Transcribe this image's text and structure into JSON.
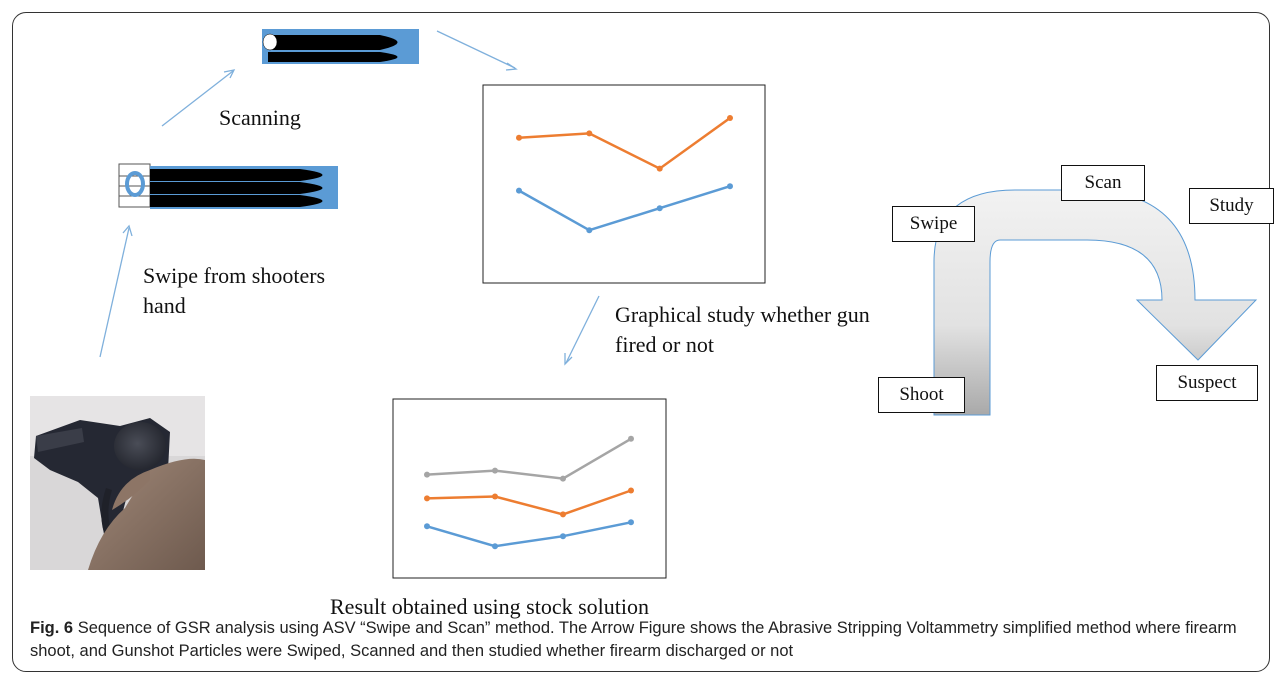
{
  "labels": {
    "scanning": "Scanning",
    "swipe_from_hand": "Swipe from shooters hand",
    "graphical_study": "Graphical study whether gun fired or not",
    "result": "Result obtained using stock solution"
  },
  "arrow_figure": {
    "steps": [
      "Shoot",
      "Swipe",
      "Scan",
      "Study",
      "Suspect"
    ]
  },
  "caption": {
    "fig_label": "Fig. 6",
    "text": "Sequence of GSR analysis using ASV “Swipe and Scan” method. The Arrow Figure shows the Abrasive Stripping Voltammetry simplified method where firearm shoot, and Gunshot Particles were Swiped, Scanned and then studied whether firearm discharged or not"
  },
  "colors": {
    "blue": "#5b9bd5",
    "orange": "#ed7d31",
    "gray": "#a5a5a5",
    "pointer": "#7fb0dc"
  },
  "chart_data": [
    {
      "type": "line",
      "x": [
        1,
        2,
        3,
        4
      ],
      "series": [
        {
          "values": [
            36,
            38,
            22,
            45
          ],
          "color": "#ed7d31"
        },
        {
          "values": [
            12,
            -6,
            4,
            14
          ],
          "color": "#5b9bd5"
        }
      ],
      "ylim": [
        -30,
        60
      ],
      "grid": false
    },
    {
      "type": "line",
      "x": [
        1,
        2,
        3,
        4
      ],
      "series": [
        {
          "values": [
            52,
            54,
            50,
            70
          ],
          "color": "#a5a5a5"
        },
        {
          "values": [
            40,
            41,
            32,
            44
          ],
          "color": "#ed7d31"
        },
        {
          "values": [
            26,
            16,
            21,
            28
          ],
          "color": "#5b9bd5"
        }
      ],
      "ylim": [
        0,
        90
      ],
      "grid": false
    }
  ]
}
